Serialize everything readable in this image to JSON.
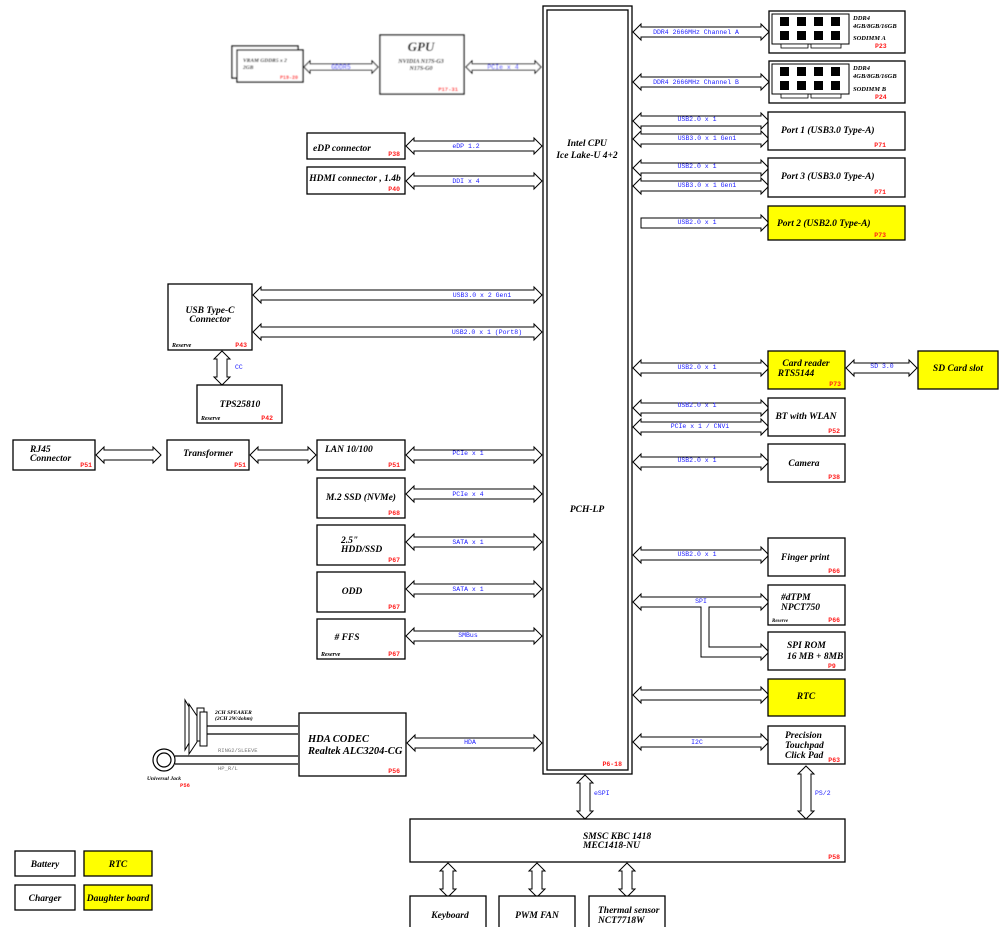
{
  "cpu": {
    "title_line1": "Intel  CPU",
    "title_line2": "Ice Lake-U 4+2",
    "pch_label": "PCH-LP",
    "page": "P6-18"
  },
  "gpu": {
    "title": "GPU",
    "subtitle_line1": "NVIDIA N17S-G3",
    "subtitle_line2": "N17S-G0",
    "page": "P17-31",
    "bus_to_cpu": "PCIe x 4",
    "bus_to_vram": "GDDR5",
    "vram_line1": "VRAM GDDR5 x 2",
    "vram_line2": "2GB",
    "vram_page": "P19-20"
  },
  "memory": [
    {
      "bus": "DDR4 2666MHz Channel A",
      "line1": "DDR4",
      "line2": "4GB/8GB/16GB",
      "name": "SODIMM A",
      "page": "P23"
    },
    {
      "bus": "DDR4 2666MHz Channel B",
      "line1": "DDR4",
      "line2": "4GB/8GB/16GB",
      "name": "SODIMM B",
      "page": "P24"
    }
  ],
  "left_blocks": {
    "edp": {
      "title": "eDP connector",
      "page": "P38",
      "bus": "eDP 1.2"
    },
    "hdmi": {
      "title": "HDMI connector , 1.4b",
      "page": "P40",
      "bus": "DDI x 4"
    },
    "typec": {
      "title_line1": "USB Type-C",
      "title_line2": "Connector",
      "note": "Reserve",
      "page": "P43",
      "bus1": "USB3.0 x 2 Gen1",
      "bus2": "USB2.0 x 1 (Port8)",
      "cc_label": "CC"
    },
    "tps": {
      "title": "TPS25810",
      "note": "Reserve",
      "page": "P42"
    },
    "rj45": {
      "title_line1": "RJ45",
      "title_line2": "Connector",
      "page": "P51"
    },
    "transformer": {
      "title": "Transformer",
      "page": "P51"
    },
    "lan": {
      "title": "LAN 10/100",
      "page": "P51",
      "bus": "PCIe x 1"
    },
    "ssd": {
      "title": "M.2 SSD (NVMe)",
      "page": "P68",
      "bus": "PCIe x 4"
    },
    "hdd": {
      "title_line1": "2.5\"",
      "title_line2": "HDD/SSD",
      "page": "P67",
      "bus": "SATA x 1"
    },
    "odd": {
      "title": "ODD",
      "page": "P67",
      "bus": "SATA x 1"
    },
    "ffs": {
      "title": "# FFS",
      "note": "Reserve",
      "page": "P67",
      "bus": "SMBus"
    },
    "codec": {
      "title_line1": "HDA CODEC",
      "title_line2": "Realtek ALC3204-CG",
      "page": "P56",
      "bus": "HDA"
    },
    "speaker": {
      "line1": "2CH SPEAKER",
      "line2": "(2CH 2W/4ohm)"
    },
    "jack": {
      "label": "Universal Jack",
      "page": "P56",
      "sig1": "RING2/SLEEVE",
      "sig2": "HP_R/L"
    }
  },
  "right_blocks": {
    "port1": {
      "title": "Port 1 (USB3.0 Type-A)",
      "page": "P71",
      "bus1": "USB2.0 x 1",
      "bus2": "USB3.0 x 1 Gen1"
    },
    "port3": {
      "title": "Port 3 (USB3.0 Type-A)",
      "page": "P71",
      "bus1": "USB2.0 x 1",
      "bus2": "USB3.0 x 1 Gen1"
    },
    "port2": {
      "title": "Port 2 (USB2.0 Type-A)",
      "page": "P73",
      "bus": "USB2.0 x 1"
    },
    "cardreader": {
      "title_line1": "Card reader",
      "title_line2": "RTS5144",
      "page": "P73",
      "bus": "USB2.0 x 1",
      "sd_bus": "SD 3.0"
    },
    "sdslot": {
      "title": "SD Card slot"
    },
    "wlan": {
      "title": "BT with WLAN",
      "page": "P52",
      "bus1": "USB2.0 x 1",
      "bus2": "PCIe x 1 / CNVi"
    },
    "camera": {
      "title": "Camera",
      "page": "P38",
      "bus": "USB2.0 x 1"
    },
    "finger": {
      "title": "Finger print",
      "page": "P66",
      "bus": "USB2.0 x 1"
    },
    "tpm": {
      "title_line1": "#dTPM",
      "title_line2": "NPCT750",
      "note": "Reserve",
      "page": "P66",
      "bus": "SPI"
    },
    "spirom": {
      "title_line1": "SPI ROM",
      "title_line2": "16 MB + 8MB",
      "page": "P9"
    },
    "rtc": {
      "title": "RTC"
    },
    "touchpad": {
      "title_line1": "Precision",
      "title_line2": "Touchpad",
      "title_line3": "Click Pad",
      "page": "P63",
      "bus": "I2C",
      "ps2": "PS/2"
    }
  },
  "ec": {
    "title_line1": "SMSC KBC 1418",
    "title_line2": "MEC1418-NU",
    "page": "P58",
    "bus": "eSPI"
  },
  "ec_children": [
    {
      "title_line1": "Keyboard"
    },
    {
      "title_line1": "PWM FAN"
    },
    {
      "title_line1": "Thermal sensor",
      "title_line2": "NCT7718W"
    }
  ],
  "legend": [
    {
      "label": "Battery",
      "color": "#ffffff"
    },
    {
      "label": "RTC",
      "color": "#ffff00"
    },
    {
      "label": "Charger",
      "color": "#ffffff"
    },
    {
      "label": "Daughter board",
      "color": "#ffff00"
    }
  ]
}
